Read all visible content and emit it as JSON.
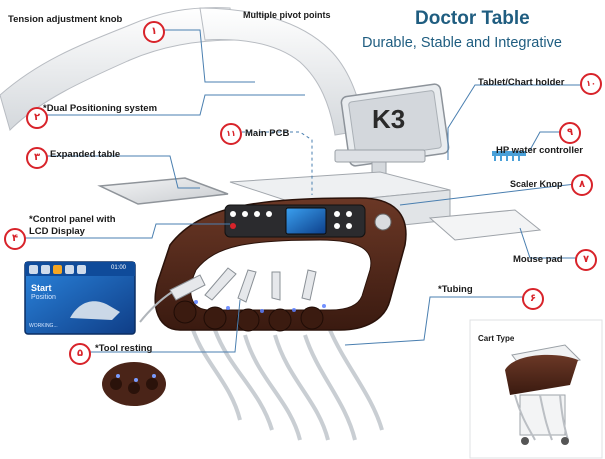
{
  "header": {
    "title": "Doctor Table",
    "subtitle": "Durable, Stable and Integrative"
  },
  "callouts": [
    {
      "number": "١",
      "label": "Tension adjustment knob"
    },
    {
      "number": "٢",
      "label": "*Dual Positioning system"
    },
    {
      "number": "٣",
      "label": "Expanded table"
    },
    {
      "number": "۴",
      "label": "*Control panel with\nLCD Display"
    },
    {
      "number": "۵",
      "label": "*Tool resting"
    },
    {
      "number": "۶",
      "label": "*Tubing"
    },
    {
      "number": "٧",
      "label": "Mouse pad"
    },
    {
      "number": "٨",
      "label": "Scaler Knop"
    },
    {
      "number": "٩",
      "label": "HP water controller"
    },
    {
      "number": "١٠",
      "label": "Tablet/Chart holder"
    },
    {
      "number": "١١",
      "label": "Main PCB"
    }
  ],
  "labels": {
    "pivot": "Multiple pivot points",
    "cart_type": "Cart Type",
    "tablet_logo": "K3"
  },
  "lcd": {
    "time": "01:00",
    "start": "Start",
    "position": "Position",
    "status": "WORKING..."
  },
  "colors": {
    "callout_red": "#d8232a",
    "title_blue": "#1f5d80",
    "panel_brown": "#4a2418",
    "lcd_blue": "#1d6fc6"
  }
}
